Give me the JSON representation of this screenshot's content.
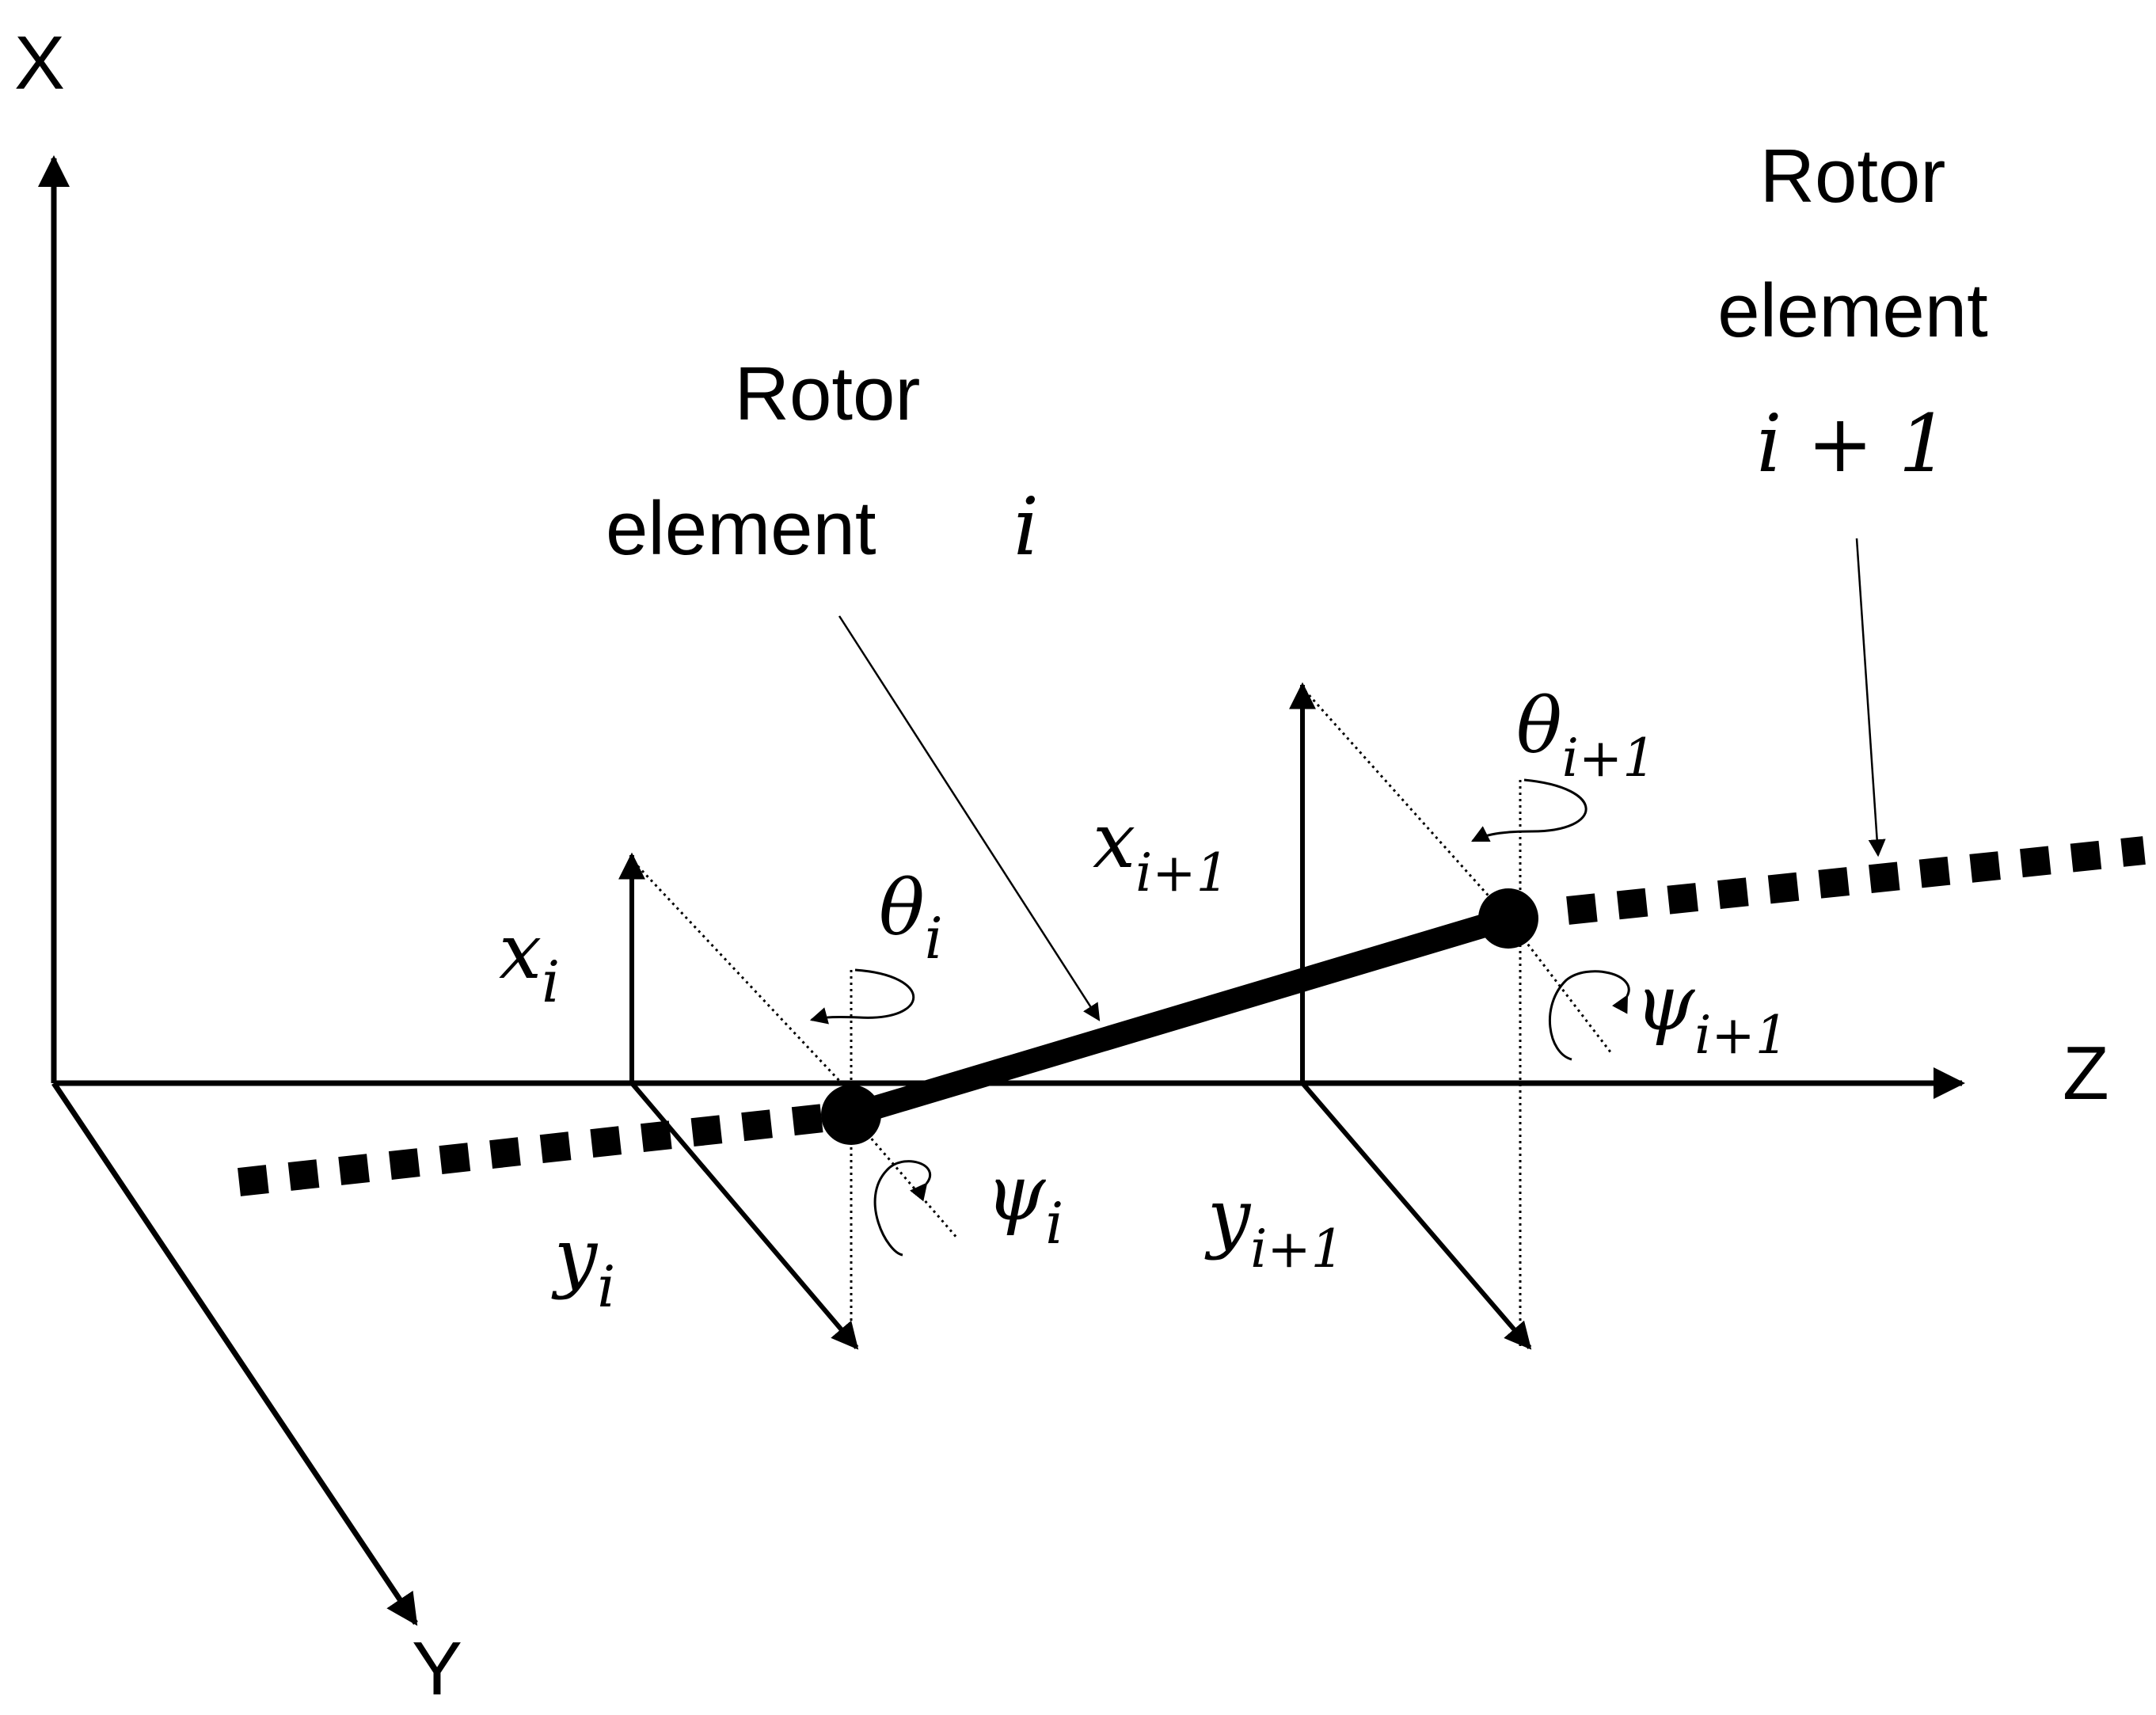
{
  "axes": {
    "x": "X",
    "y": "Y",
    "z": "Z"
  },
  "labels": {
    "elem_i_line1": "Rotor",
    "elem_i_line2": "element",
    "elem_i_var": "i",
    "elem_next_line1": "Rotor",
    "elem_next_line2": "element",
    "elem_next_line3": "i + 1"
  },
  "coords": {
    "x_base": "x",
    "x_sub": "i",
    "y_base": "y",
    "y_sub": "i",
    "theta_base": "θ",
    "theta_sub": "i",
    "psi_base": "ψ",
    "psi_sub": "i",
    "x1_base": "x",
    "x1_sub": "i+1",
    "y1_base": "y",
    "y1_sub": "i+1",
    "theta1_base": "θ",
    "theta1_sub": "i+1",
    "psi1_base": "ψ",
    "psi1_sub": "i+1"
  },
  "colors": {
    "ink": "#000000",
    "background": "#ffffff"
  }
}
